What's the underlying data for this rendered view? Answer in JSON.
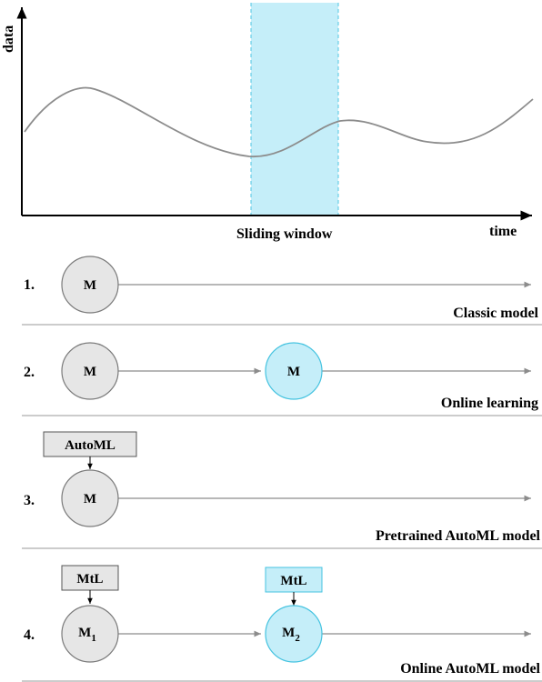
{
  "chart": {
    "y_axis_label": "data",
    "x_axis_label": "time",
    "window_label": "Sliding window"
  },
  "rows": [
    {
      "number": "1.",
      "caption": "Classic model",
      "nodes": [
        {
          "label": "M",
          "sub": "",
          "style": "gray"
        }
      ],
      "box": null
    },
    {
      "number": "2.",
      "caption": "Online learning",
      "nodes": [
        {
          "label": "M",
          "sub": "",
          "style": "gray"
        },
        {
          "label": "M",
          "sub": "",
          "style": "cyan"
        }
      ],
      "box": null
    },
    {
      "number": "3.",
      "caption": "Pretrained AutoML model",
      "nodes": [
        {
          "label": "M",
          "sub": "",
          "style": "gray"
        }
      ],
      "box": {
        "label": "AutoML",
        "style": "gray"
      }
    },
    {
      "number": "4.",
      "caption": "Online AutoML model",
      "nodes": [
        {
          "label": "M",
          "sub": "1",
          "style": "gray"
        },
        {
          "label": "M",
          "sub": "2",
          "style": "cyan"
        }
      ],
      "boxes": [
        {
          "label": "MtL",
          "style": "gray"
        },
        {
          "label": "MtL",
          "style": "cyan"
        }
      ]
    }
  ],
  "colors": {
    "window_fill": "#c5eef9",
    "window_border": "#4fc7e3",
    "gray_fill": "#e6e6e6",
    "gray_stroke": "#7a7a7a",
    "cyan_fill": "#c5eef9",
    "cyan_stroke": "#45c3e0",
    "curve": "#8c8c8c",
    "arrow": "#8c8c8c",
    "divider": "#9a9a9a"
  }
}
